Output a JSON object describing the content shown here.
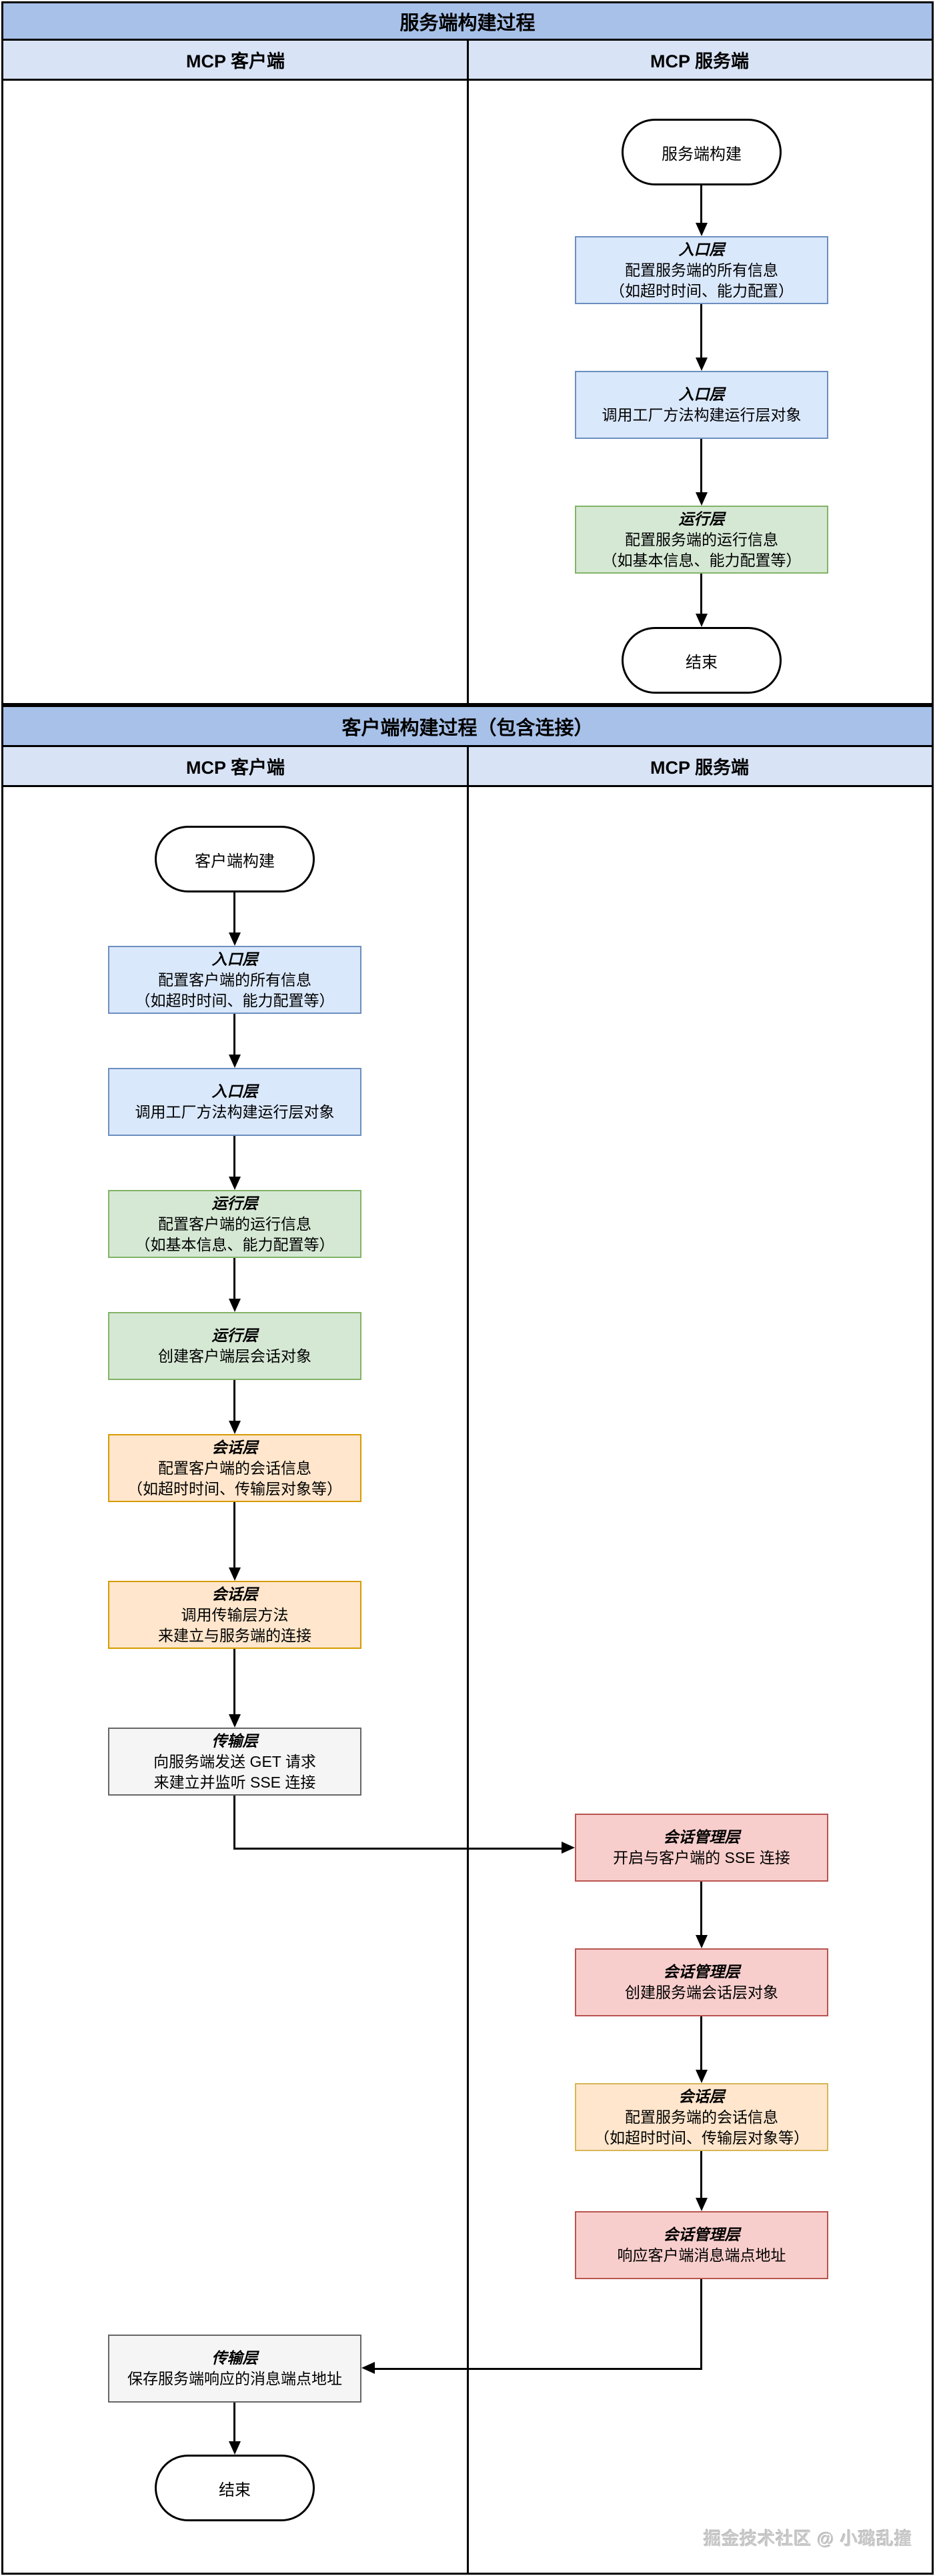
{
  "palette": {
    "band_title": "#a7c1e9",
    "band_header": "#d8e3f5",
    "blue_fill": "#dae8fc",
    "blue_stroke": "#6c8ebf",
    "green_fill": "#d5e8d4",
    "green_stroke": "#82b366",
    "orange_fill": "#ffe6cc",
    "orange_stroke": "#d79b00",
    "yellow_stroke": "#d6b656",
    "pink_fill": "#f8cecc",
    "pink_stroke": "#b85450",
    "gray_fill": "#f5f5f5",
    "gray_stroke": "#666666",
    "line": "#000000",
    "watermark_color": "#c9c9c9"
  },
  "s1": {
    "title": "服务端构建过程",
    "col_left": "MCP 客户端",
    "col_right": "MCP 服务端",
    "start": "服务端构建",
    "steps": [
      {
        "title": "入口层",
        "lines": [
          "配置服务端的所有信息",
          "（如超时时间、能力配置）"
        ]
      },
      {
        "title": "入口层",
        "lines": [
          "调用工厂方法构建运行层对象"
        ]
      },
      {
        "title": "运行层",
        "lines": [
          "配置服务端的运行信息",
          "（如基本信息、能力配置等）"
        ]
      }
    ],
    "end": "结束"
  },
  "s2": {
    "title": "客户端构建过程（包含连接）",
    "col_left": "MCP 客户端",
    "col_right": "MCP 服务端",
    "start": "客户端构建",
    "client_steps": [
      {
        "title": "入口层",
        "lines": [
          "配置客户端的所有信息",
          "（如超时时间、能力配置等）"
        ]
      },
      {
        "title": "入口层",
        "lines": [
          "调用工厂方法构建运行层对象"
        ]
      },
      {
        "title": "运行层",
        "lines": [
          "配置客户端的运行信息",
          "（如基本信息、能力配置等）"
        ]
      },
      {
        "title": "运行层",
        "lines": [
          "创建客户端层会话对象"
        ]
      },
      {
        "title": "会话层",
        "lines": [
          "配置客户端的会话信息",
          "（如超时时间、传输层对象等）"
        ]
      },
      {
        "title": "会话层",
        "lines": [
          "调用传输层方法",
          "来建立与服务端的连接"
        ]
      },
      {
        "title": "传输层",
        "lines": [
          "向服务端发送 GET 请求",
          "来建立并监听 SSE 连接"
        ]
      }
    ],
    "server_steps": [
      {
        "title": "会话管理层",
        "lines": [
          "开启与客户端的 SSE 连接"
        ]
      },
      {
        "title": "会话管理层",
        "lines": [
          "创建服务端会话层对象"
        ]
      },
      {
        "title": "会话层",
        "lines": [
          "配置服务端的会话信息",
          "（如超时时间、传输层对象等）"
        ]
      },
      {
        "title": "会话管理层",
        "lines": [
          "响应客户端消息端点地址"
        ]
      }
    ],
    "transport_save": {
      "title": "传输层",
      "lines": [
        "保存服务端响应的消息端点地址"
      ]
    },
    "end": "结束"
  },
  "watermark": {
    "text": "掘金技术社区 @ 小璐乱撞"
  }
}
